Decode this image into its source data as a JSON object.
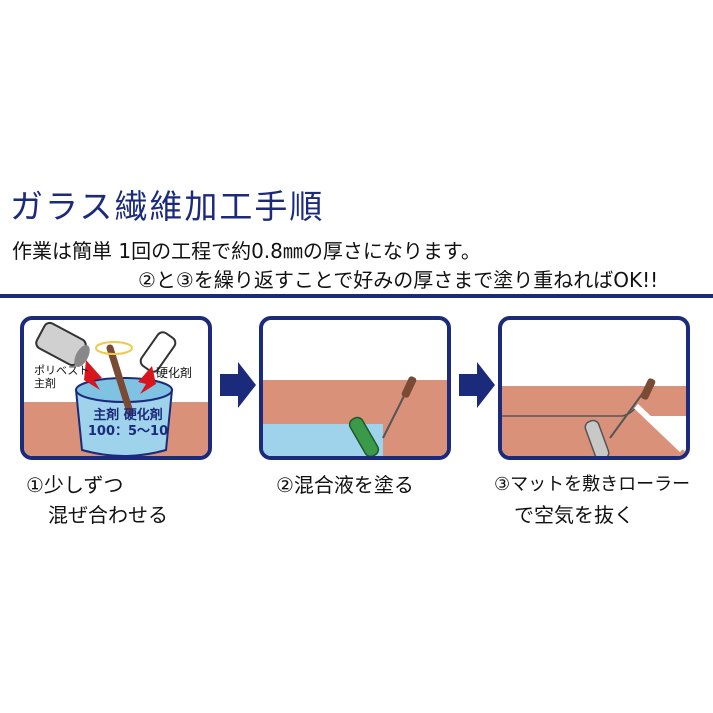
{
  "header": {
    "title": "ガラス繊維加工手順",
    "line1": "作業は簡単 1回の工程で約0.8㎜の厚さになります。",
    "line2": "②と③を繰り返すことで好みの厚さまで塗り重ねればOK!!"
  },
  "steps": [
    {
      "caption_line1": "①少しずつ",
      "caption_line2": "混ぜ合わせる",
      "label_main": "ポリベスト",
      "label_main2": "主剤",
      "label_hardener": "硬化剤",
      "bucket_line1": "主剤 硬化剤",
      "bucket_line2": "100：5～10"
    },
    {
      "caption_line1": "②混合液を塗る"
    },
    {
      "caption_line1": "③マットを敷きローラー",
      "caption_line2": "で空気を抜く"
    }
  ],
  "colors": {
    "navy": "#1b2a7a",
    "wood": "#d9917a",
    "liquid": "#9fd3ec",
    "bucket": "#9fd3ec",
    "roller_green": "#3a9a4a",
    "red_arrow": "#d8141c"
  }
}
